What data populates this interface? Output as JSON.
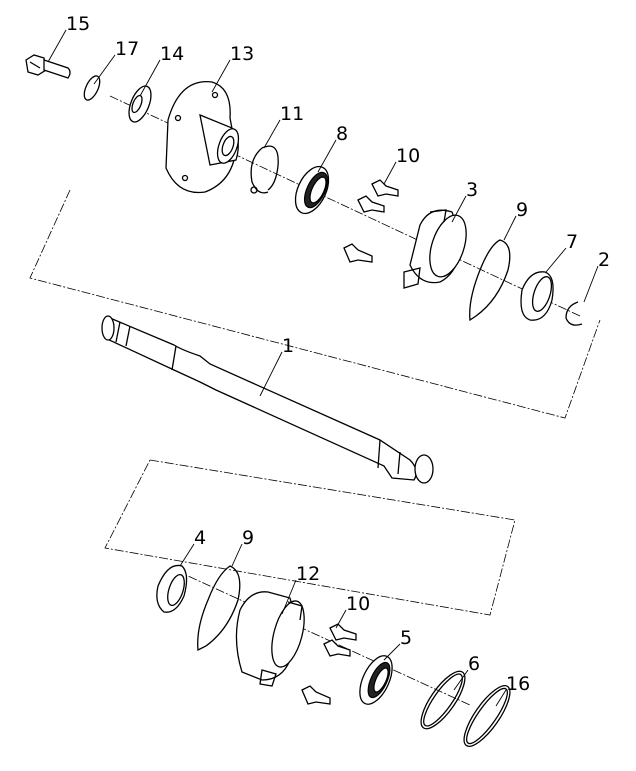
{
  "diagram": {
    "callouts": [
      {
        "id": "c15",
        "label": "15"
      },
      {
        "id": "c17",
        "label": "17"
      },
      {
        "id": "c14",
        "label": "14"
      },
      {
        "id": "c13",
        "label": "13"
      },
      {
        "id": "c11",
        "label": "11"
      },
      {
        "id": "c8",
        "label": "8"
      },
      {
        "id": "c10a",
        "label": "10"
      },
      {
        "id": "c3",
        "label": "3"
      },
      {
        "id": "c9a",
        "label": "9"
      },
      {
        "id": "c7",
        "label": "7"
      },
      {
        "id": "c2",
        "label": "2"
      },
      {
        "id": "c1",
        "label": "1"
      },
      {
        "id": "c4",
        "label": "4"
      },
      {
        "id": "c9b",
        "label": "9"
      },
      {
        "id": "c12",
        "label": "12"
      },
      {
        "id": "c10b",
        "label": "10"
      },
      {
        "id": "c5",
        "label": "5"
      },
      {
        "id": "c6",
        "label": "6"
      },
      {
        "id": "c16",
        "label": "16"
      }
    ]
  }
}
